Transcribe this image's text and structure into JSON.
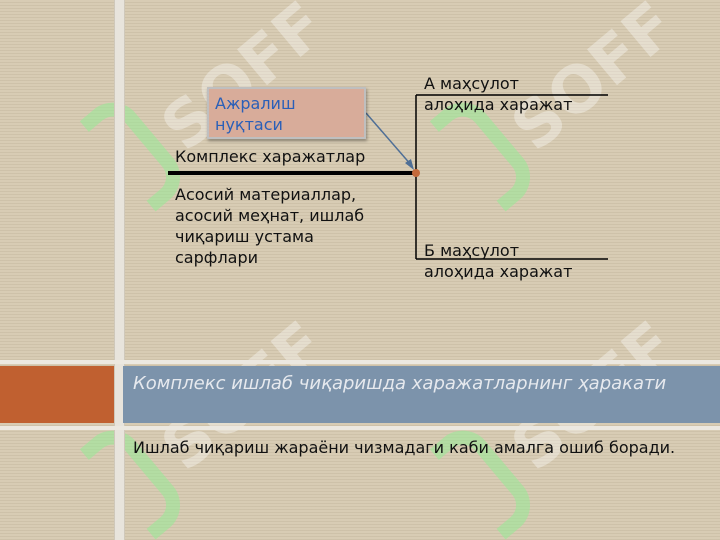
{
  "diagram": {
    "callout": "Ажралиш нуқтаси",
    "complex_label": "Комплекс харажатлар",
    "complex_desc": "Асосий материаллар, асосий меҳнат, ишлаб чиқариш устама сарфлари",
    "branch_a": "А маҳсулот алоҳида харажат",
    "branch_b": "Б маҳсулот алоҳида харажат"
  },
  "slide": {
    "heading": "Комплекс ишлаб чиқаришда харажатларнинг ҳаракати",
    "body": "Ишлаб чиқариш жараёни чизмадаги каби амалга ошиб боради."
  },
  "watermark": "SOFF",
  "colors": {
    "background": "#d8ccb4",
    "accent_bar": "#c06030",
    "title_bar": "#7c93ab",
    "callout_fill": "#d8ac9a",
    "callout_text": "#2a5fb8",
    "watermark_green": "#96eb96"
  }
}
